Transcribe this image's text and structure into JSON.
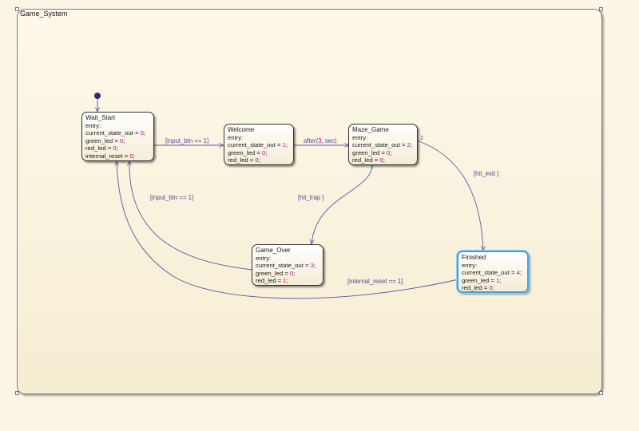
{
  "chart": {
    "title": "Game_System"
  },
  "states": [
    {
      "id": "wait_start",
      "name": "Wait_Start",
      "entry": "entry:",
      "actions": [
        {
          "var": "current_state_out",
          "value": "0"
        },
        {
          "var": "green_led",
          "value": "0"
        },
        {
          "var": "red_led",
          "value": "0"
        },
        {
          "var": "internal_reset",
          "value": "0"
        }
      ]
    },
    {
      "id": "welcome",
      "name": "Welcome",
      "entry": "entry:",
      "actions": [
        {
          "var": "current_state_out",
          "value": "1"
        },
        {
          "var": "green_led",
          "value": "0"
        },
        {
          "var": "red_led",
          "value": "0"
        }
      ]
    },
    {
      "id": "maze_game",
      "name": "Maze_Game",
      "entry": "entry:",
      "actions": [
        {
          "var": "current_state_out",
          "value": "2"
        },
        {
          "var": "green_led",
          "value": "0"
        },
        {
          "var": "red_led",
          "value": "0"
        }
      ]
    },
    {
      "id": "game_over",
      "name": "Game_Over",
      "entry": "entry:",
      "actions": [
        {
          "var": "current_state_out",
          "value": "3"
        },
        {
          "var": "green_led",
          "value": "0"
        },
        {
          "var": "red_led",
          "value": "1"
        }
      ]
    },
    {
      "id": "finished",
      "name": "Finished",
      "entry": "entry:",
      "active": true,
      "actions": [
        {
          "var": "current_state_out",
          "value": "4"
        },
        {
          "var": "green_led",
          "value": "1"
        },
        {
          "var": "red_led",
          "value": "0"
        }
      ]
    }
  ],
  "transitions": {
    "wait_to_welcome": "[input_btn == 1]",
    "welcome_to_maze": {
      "prefix": "after(",
      "num": "3",
      "suffix": ", sec)"
    },
    "maze_to_gameover": "[hit_trap ]",
    "maze_to_finished": "[hit_exit ]",
    "gameover_to_wait": "[input_btn == 1]",
    "finished_to_wait": "[internal_reset == 1]",
    "priority_1": "1",
    "priority_2": "2"
  },
  "colors": {
    "background": "#fbf5e6",
    "transition": "#5a5aa8",
    "value": "#c2008f",
    "active_border": "#3ba3e3"
  }
}
